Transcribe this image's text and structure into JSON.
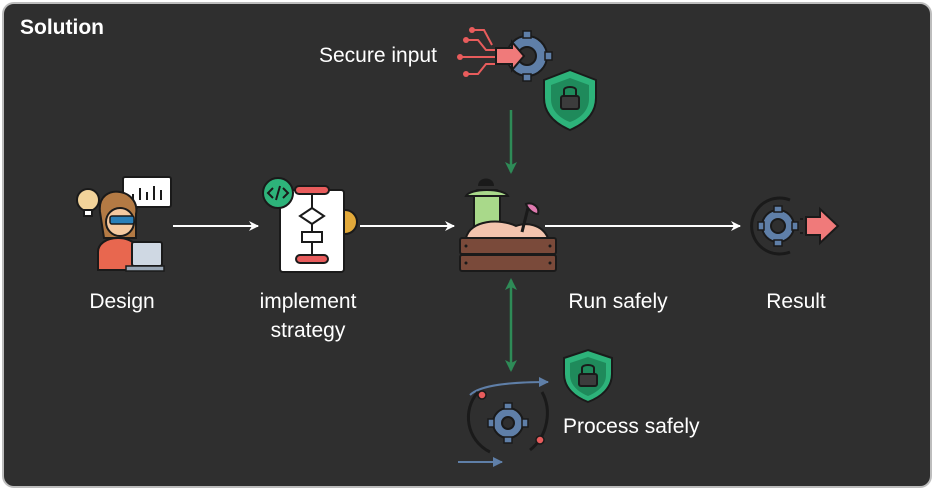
{
  "title": "Solution",
  "nodes": {
    "secure_input": "Secure input",
    "design": "Design",
    "implement_line1": "implement",
    "implement_line2": "strategy",
    "run_safely": "Run safely",
    "result": "Result",
    "process_safely": "Process safely"
  },
  "colors": {
    "panel_bg": "#2f2f2f",
    "panel_border": "#bdbdbd",
    "flow_arrow": "#ffffff",
    "security_arrow": "#2e8b57",
    "accent_red": "#e85c5c",
    "shield_green": "#2db37a",
    "gear_blue": "#5f7fa8"
  },
  "icons": [
    "secure-input-icon",
    "shield-lock-icon",
    "designer-icon",
    "flowchart-strategy-icon",
    "sandbox-icon",
    "result-gear-icon",
    "process-cycle-icon"
  ]
}
